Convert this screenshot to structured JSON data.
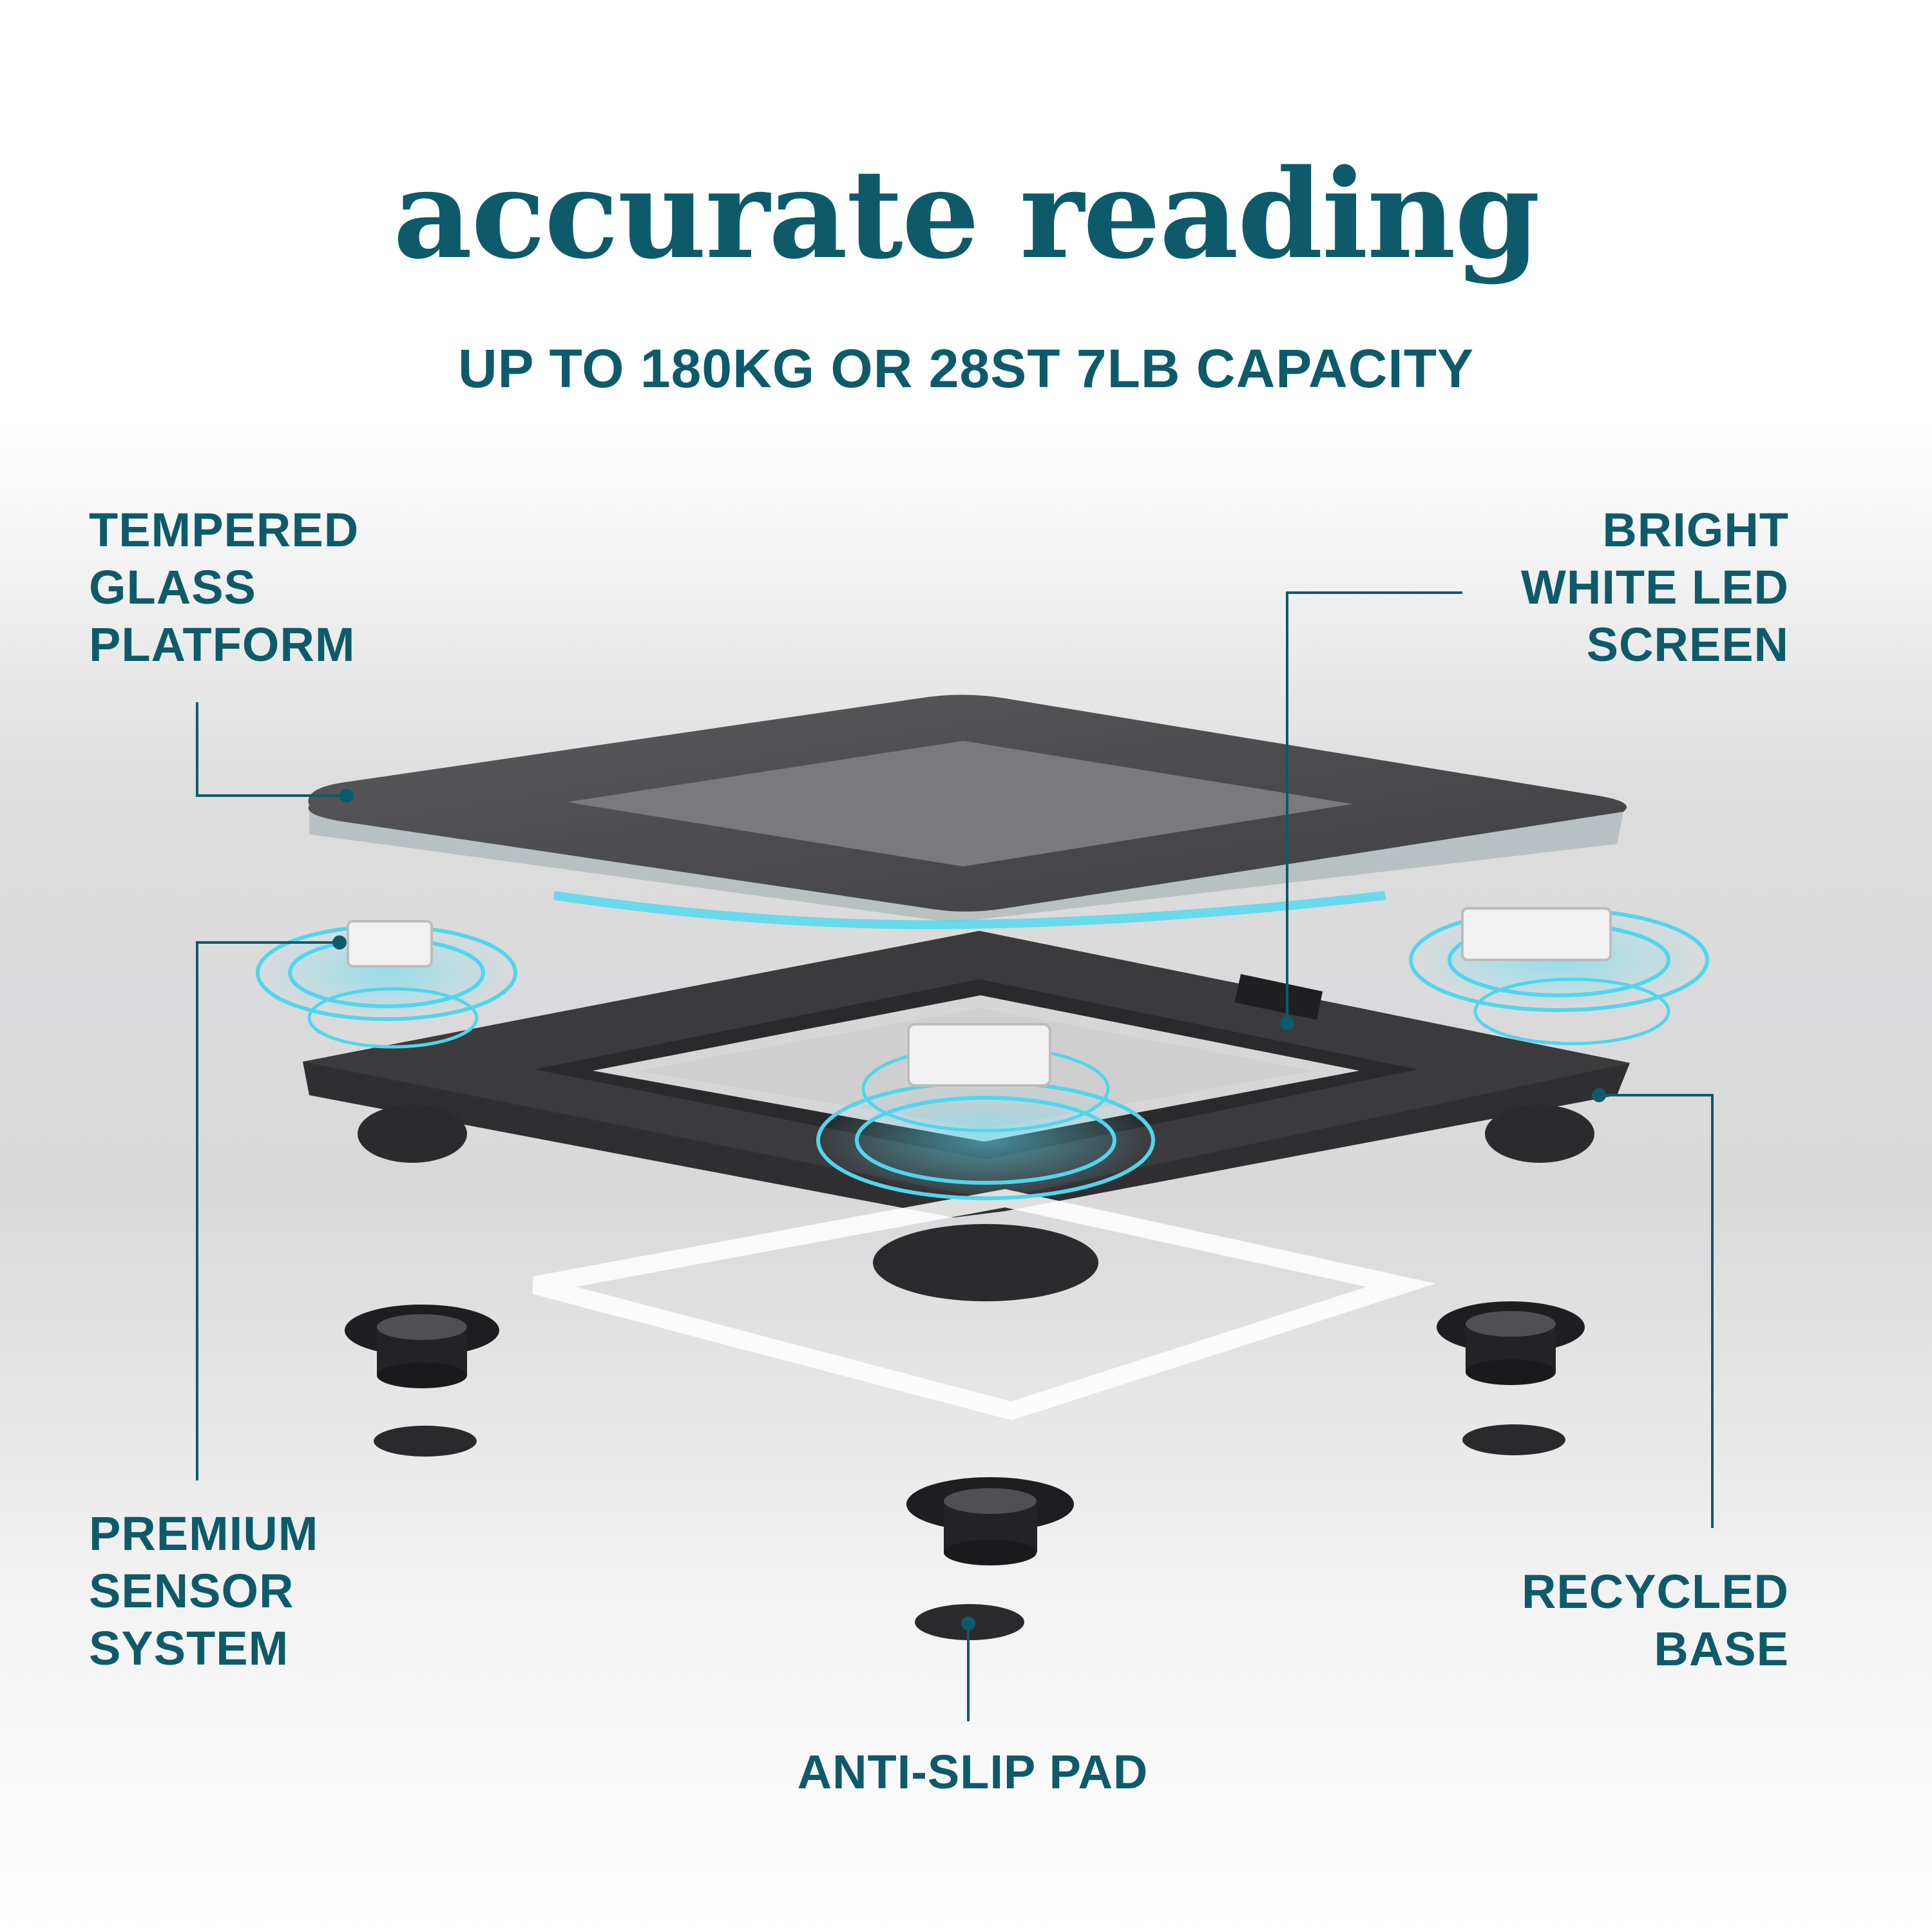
{
  "theme": {
    "accent": "#0d5b6a",
    "glow": "#4fd6ee",
    "dark": "#2b2b2d",
    "glass": "#4b4b4d"
  },
  "title": "accurate reading",
  "subtitle": "UP TO 180KG OR 28ST 7LB CAPACITY",
  "callouts": {
    "tempered_glass": [
      "TEMPERED",
      "GLASS",
      "PLATFORM"
    ],
    "led_screen": [
      "BRIGHT",
      "WHITE LED",
      "SCREEN"
    ],
    "sensor": [
      "PREMIUM",
      "SENSOR",
      "SYSTEM"
    ],
    "base": [
      "RECYCLED",
      "BASE"
    ],
    "pad": [
      "ANTI-SLIP PAD"
    ]
  }
}
